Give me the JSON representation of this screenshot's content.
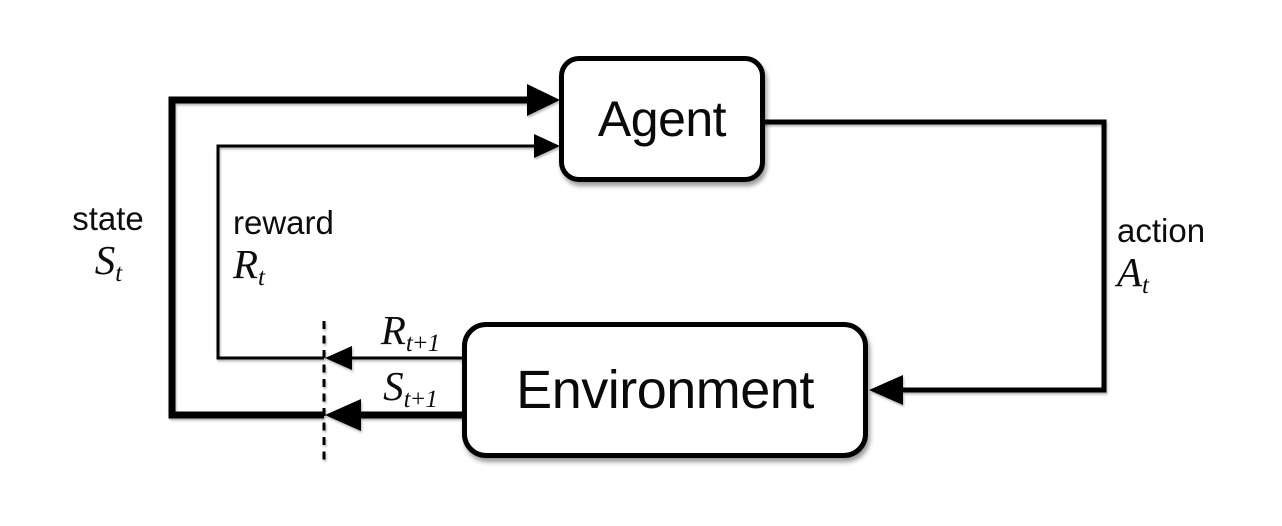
{
  "diagram": {
    "boxes": {
      "agent": "Agent",
      "environment": "Environment"
    },
    "labels": {
      "state": {
        "word": "state",
        "symbol": "S",
        "sub": "t"
      },
      "reward": {
        "word": "reward",
        "symbol": "R",
        "sub": "t"
      },
      "action": {
        "word": "action",
        "symbol": "A",
        "sub": "t"
      },
      "next_reward": {
        "symbol": "R",
        "sub": "t+1"
      },
      "next_state": {
        "symbol": "S",
        "sub": "t+1"
      }
    },
    "colors": {
      "line": "#000000",
      "box_fill": "#ffffff",
      "background": "#ffffff"
    }
  }
}
